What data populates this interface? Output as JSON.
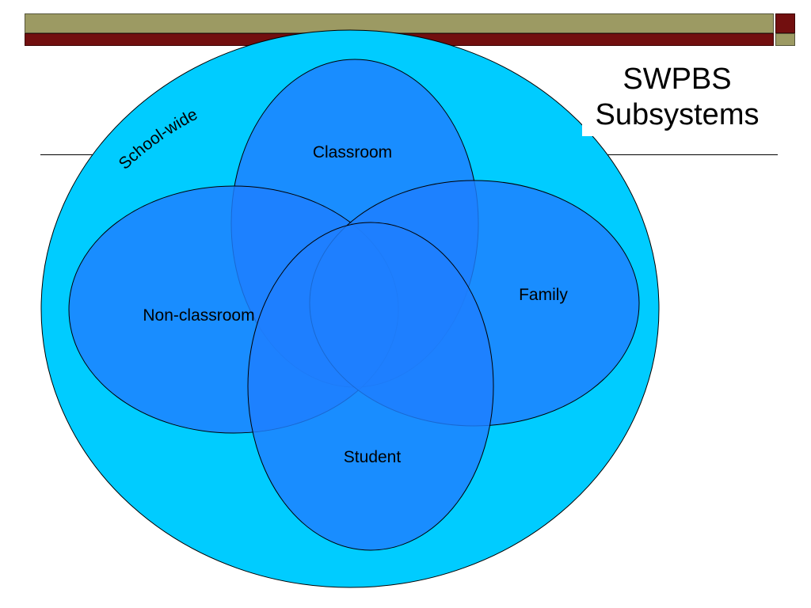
{
  "slide": {
    "title_line1": "SWPBS",
    "title_line2": "Subsystems"
  },
  "diagram": {
    "outer_label": "School-wide",
    "sets": {
      "classroom": "Classroom",
      "non_classroom": "Non-classroom",
      "family": "Family",
      "student": "Student"
    }
  },
  "colors": {
    "outer_fill": "#00ccff",
    "set_fill": "#1f7fff",
    "olive_bar": "#9c9a63",
    "maroon_bar": "#720f0f",
    "outline": "#000000"
  }
}
